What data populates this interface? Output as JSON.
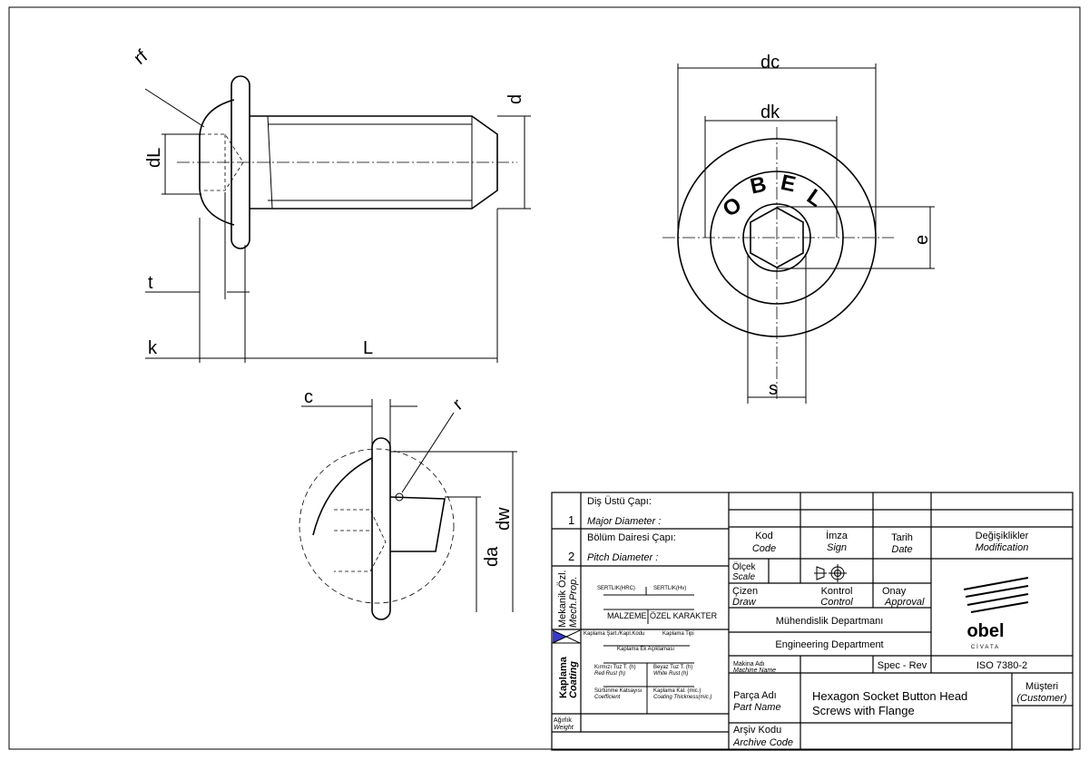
{
  "dimensions": {
    "rf": "rf",
    "dL": "dL",
    "t": "t",
    "k": "k",
    "L": "L",
    "d": "d",
    "dc": "dc",
    "dk": "dk",
    "e": "e",
    "s": "s",
    "c": "c",
    "r": "r",
    "dw": "dw",
    "da": "da"
  },
  "end_view_marking": [
    "O",
    "B",
    "E",
    "L"
  ],
  "title_block": {
    "row1": {
      "num": "1",
      "tr": "Diş Üstü Çapı:",
      "en": "Major Diameter :"
    },
    "row2": {
      "num": "2",
      "tr": "Bölüm Dairesi Çapı:",
      "en": "Pitch Diameter :"
    },
    "mech": {
      "tr": "Mekanik Özl.",
      "en": "Mech.Prop.",
      "hrc": "SERTLIK(HRC)",
      "hv": "SERTLIK(Hv)",
      "material": "MALZEME",
      "special": "ÖZEL KARAKTER"
    },
    "coating": {
      "tr": "Kaplama",
      "en": "Coating",
      "spec": "Kaplama Şart./Kapl.Kodu",
      "type": "Kaplama Tipi",
      "extra": "Kaplama Ek Açıklaması",
      "red_tr": "Kırmızı Tuz T. (h)",
      "red_en": "Red Rust (h)",
      "white_tr": "Beyaz Tuz T. (h)",
      "white_en": "White Rust (h)",
      "coef_tr": "Sürtünme Katsayısı",
      "coef_en": "Coefficient",
      "thick_tr": "Kaplama Kal. (mic.)",
      "thick_en": "Coating Thickness(mic.)"
    },
    "weight": {
      "tr": "Ağırlık",
      "en": "Weight"
    },
    "code": {
      "tr": "Kod",
      "en": "Code"
    },
    "sign": {
      "tr": "İmza",
      "en": "Sign"
    },
    "date": {
      "tr": "Tarih",
      "en": "Date"
    },
    "modification": {
      "tr": "Değişiklikler",
      "en": "Modification"
    },
    "scale": {
      "tr": "Ölçek",
      "en": "Scale"
    },
    "draw": {
      "tr": "Çizen",
      "en": "Draw"
    },
    "control": {
      "tr": "Kontrol",
      "en": "Control"
    },
    "approval": {
      "tr": "Onay",
      "en": "Approval"
    },
    "dept_tr": "Mühendislik Departmanı",
    "dept_en": "Engineering Department",
    "machine": {
      "tr": "Makina Adı",
      "en": "Machine Name"
    },
    "spec_rev": "Spec - Rev",
    "standard": "ISO 7380-2",
    "part": {
      "tr": "Parça Adı",
      "en": "Part Name",
      "line1": "Hexagon Socket Button Head",
      "line2": "Screws with Flange"
    },
    "customer": {
      "tr": "Müşteri",
      "en": "(Customer)"
    },
    "archive": {
      "tr": "Arşiv Kodu",
      "en": "Archive Code"
    },
    "logo": {
      "brand": "obel",
      "sub": "CİVATA"
    }
  }
}
